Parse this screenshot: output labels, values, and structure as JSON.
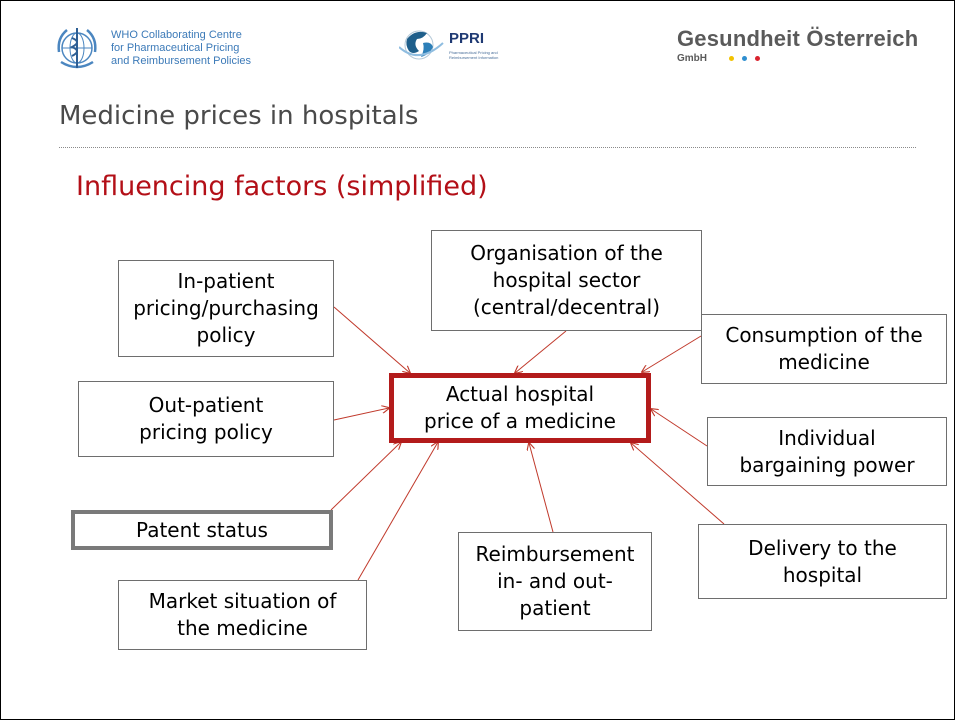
{
  "header": {
    "who_text": "WHO Collaborating Centre\nfor Pharmaceutical Pricing\nand Reimbursement Policies",
    "ppri_name": "PPRI",
    "ppri_sub": "Pharmaceutical Pricing and\nReimbursement Information",
    "goeg_name": "Gesundheit Österreich",
    "goeg_sub": "GmbH",
    "goeg_dot_colors": [
      "#f2c200",
      "#2f8fd0",
      "#d9232e"
    ]
  },
  "slide": {
    "title": "Medicine prices in hospitals",
    "subtitle": "Influencing factors (simplified)"
  },
  "diagram": {
    "center": "Actual hospital\nprice of a medicine",
    "factors": {
      "inpatient": "In-patient\npricing/purchasing\npolicy",
      "organisation": "Organisation of the\nhospital sector\n(central/decentral)",
      "consumption": "Consumption of the\nmedicine",
      "outpatient": "Out-patient\npricing policy",
      "bargaining": "Individual\nbargaining power",
      "patent": "Patent status",
      "reimbursement": "Reimbursement\nin- and out-\npatient",
      "delivery": "Delivery to the\nhospital",
      "market": "Market situation of\nthe medicine"
    },
    "colors": {
      "accent": "#b31b1b",
      "arrow": "#c0392b",
      "title_red": "#b30f17"
    }
  }
}
